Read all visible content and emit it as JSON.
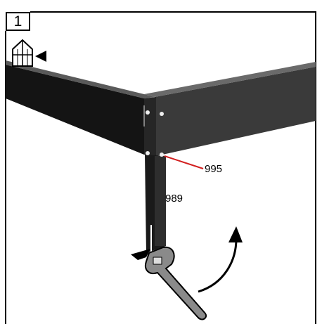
{
  "step": {
    "number": "1"
  },
  "labels": {
    "part_995": "995",
    "part_989": "989"
  },
  "icons": [
    "greenhouse-corner-icon",
    "wrench-icon",
    "rotate-arrow-icon",
    "pointer-arrow-icon"
  ],
  "colors": {
    "line": "#000000",
    "frame_dark": "#1a1a1a",
    "frame_side": "#3c3c3c",
    "callout": "#d22020",
    "tool": "#7a7a7a"
  }
}
